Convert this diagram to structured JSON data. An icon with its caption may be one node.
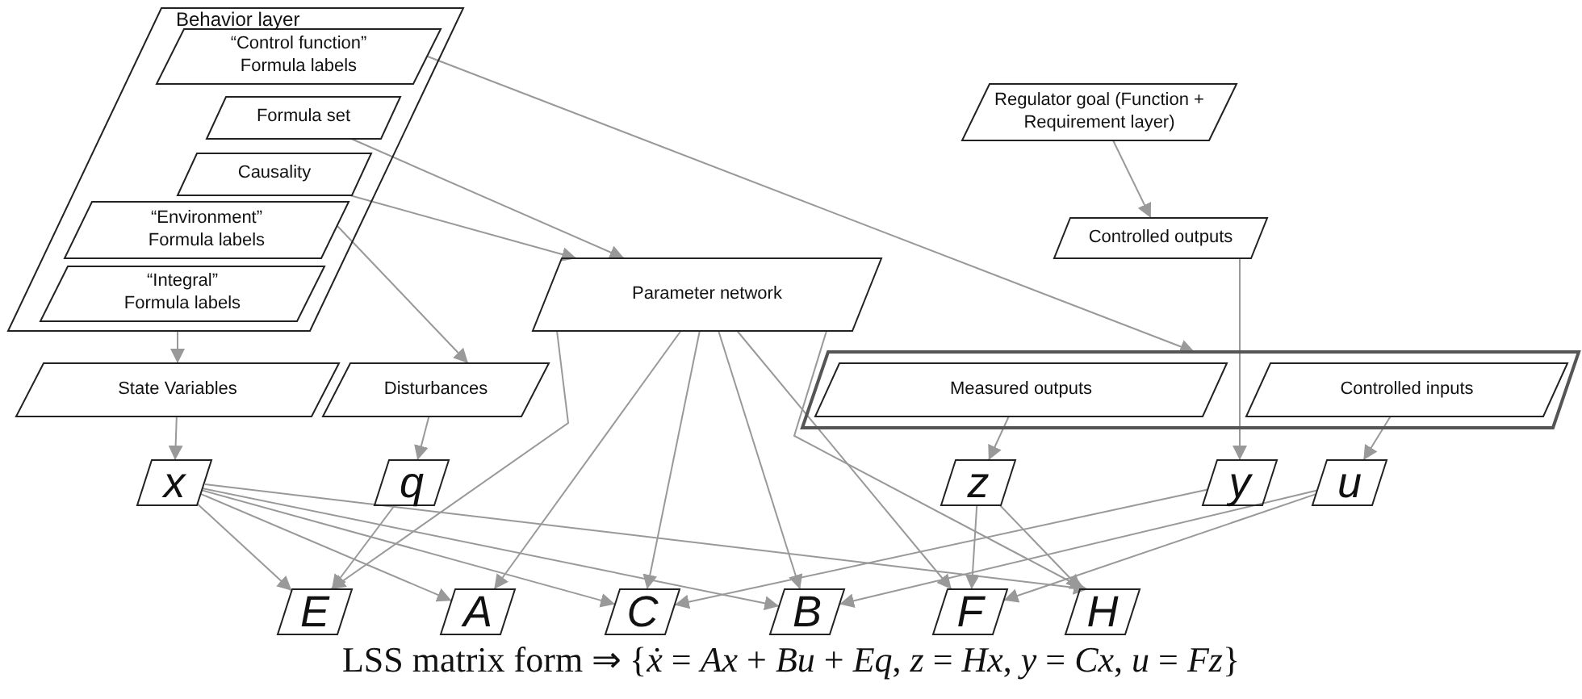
{
  "diagram": {
    "nodes": [
      {
        "text": [
          "Behavior layer"
        ]
      },
      {
        "text": [
          "“Control function” Formula labels"
        ],
        "in": 0
      },
      {
        "text": [
          "Formula set"
        ],
        "in": 0
      },
      {
        "text": [
          "Causality"
        ],
        "in": 0
      },
      {
        "text": [
          "“Environment” Formula labels"
        ],
        "in": 0
      },
      {
        "text": [
          "“Integral” Formula labels"
        ],
        "in": 0
      },
      {
        "text": [
          "Regulator goal (Function + Requirement layer)"
        ]
      },
      {
        "text": [
          "Parameter network"
        ]
      },
      {
        "text": [
          "Controlled outputs"
        ]
      },
      {
        "text": [
          "State Variables"
        ]
      },
      {
        "text": [
          "Disturbances"
        ]
      },
      {
        "text": [],
        "shape": "box"
      },
      {
        "text": [
          "Measured outputs"
        ],
        "in": 11
      },
      {
        "text": [
          "Controlled inputs"
        ],
        "in": 11
      },
      {
        "text": [
          "x"
        ]
      },
      {
        "text": [
          "q"
        ]
      },
      {
        "text": [
          "z"
        ]
      },
      {
        "text": [
          "y"
        ]
      },
      {
        "text": [
          "u"
        ]
      },
      {
        "text": [
          "E"
        ]
      },
      {
        "text": [
          "A"
        ]
      },
      {
        "text": [
          "C"
        ]
      },
      {
        "text": [
          "B"
        ]
      },
      {
        "text": [
          "F"
        ]
      },
      {
        "text": [
          "H"
        ]
      }
    ],
    "edges": [
      {
        "from": 1,
        "to": 11,
        "arrow": "to"
      },
      {
        "from": 2,
        "to": 7,
        "arrow": "to"
      },
      {
        "from": 3,
        "to": 7,
        "arrow": "to"
      },
      {
        "from": 4,
        "to": 10,
        "arrow": "to"
      },
      {
        "from": 0,
        "to": 9,
        "arrow": "to"
      },
      {
        "from": 6,
        "to": 8,
        "arrow": "to"
      },
      {
        "from": 8,
        "to": 17,
        "arrow": "to"
      },
      {
        "from": 9,
        "to": 14,
        "arrow": "to"
      },
      {
        "from": 10,
        "to": 15,
        "arrow": "to"
      },
      {
        "from": 12,
        "to": 16,
        "arrow": "to"
      },
      {
        "from": 13,
        "to": 18,
        "arrow": "to"
      },
      {
        "from": 7,
        "to": 19,
        "arrow": "to"
      },
      {
        "from": 7,
        "to": 20,
        "arrow": "to"
      },
      {
        "from": 7,
        "to": 21,
        "arrow": "to"
      },
      {
        "from": 7,
        "to": 22,
        "arrow": "to"
      },
      {
        "from": 7,
        "to": 23,
        "arrow": "to"
      },
      {
        "from": 7,
        "to": 24,
        "arrow": "to"
      },
      {
        "from": 14,
        "to": 19,
        "arrow": "to"
      },
      {
        "from": 14,
        "to": 20,
        "arrow": "to"
      },
      {
        "from": 14,
        "to": 21,
        "arrow": "to"
      },
      {
        "from": 14,
        "to": 22,
        "arrow": "to"
      },
      {
        "from": 14,
        "to": 24,
        "arrow": "to"
      },
      {
        "from": 15,
        "to": 19,
        "arrow": "to"
      },
      {
        "from": 16,
        "to": 23,
        "arrow": "to"
      },
      {
        "from": 16,
        "to": 24,
        "arrow": "to"
      },
      {
        "from": 17,
        "to": 21,
        "arrow": "to"
      },
      {
        "from": 18,
        "to": 22,
        "arrow": "to"
      },
      {
        "from": 18,
        "to": 23,
        "arrow": "to"
      }
    ],
    "labels": [
      "LSS matrix form ⇒ {*ẋ* = *Ax* + *Bu* + *Eq*, *z* = *Hx*, *y* = *Cx*, *u* = *Fz*}"
    ]
  }
}
